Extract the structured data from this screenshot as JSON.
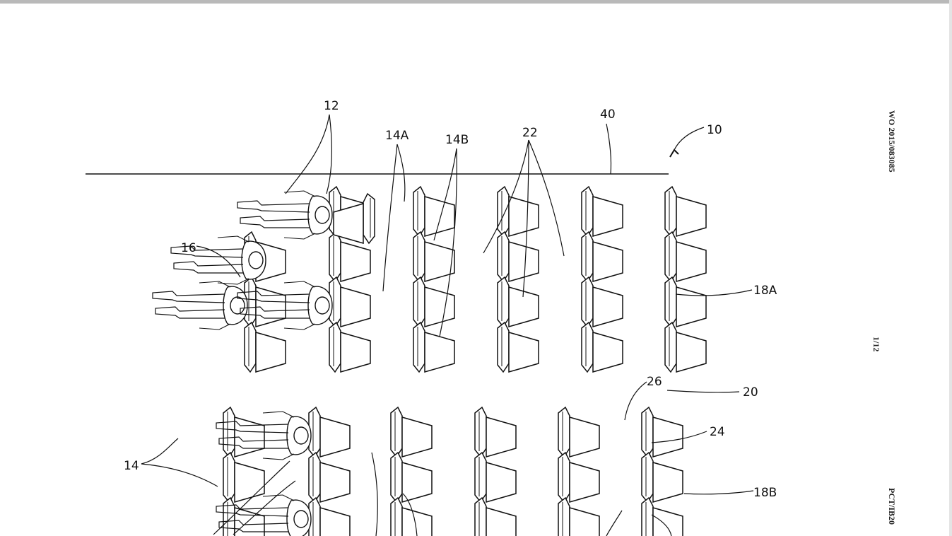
{
  "header": {
    "publication_number": "WO 2015/083085",
    "sheet_number": "1/12",
    "application_number": "PCT/IB20"
  },
  "labels": {
    "l12": "12",
    "l14A": "14A",
    "l14B": "14B",
    "l22": "22",
    "l40": "40",
    "l10": "10",
    "l16": "16",
    "l18A": "18A",
    "l26": "26",
    "l20": "20",
    "l24": "24",
    "l14": "14",
    "l18B": "18B"
  }
}
